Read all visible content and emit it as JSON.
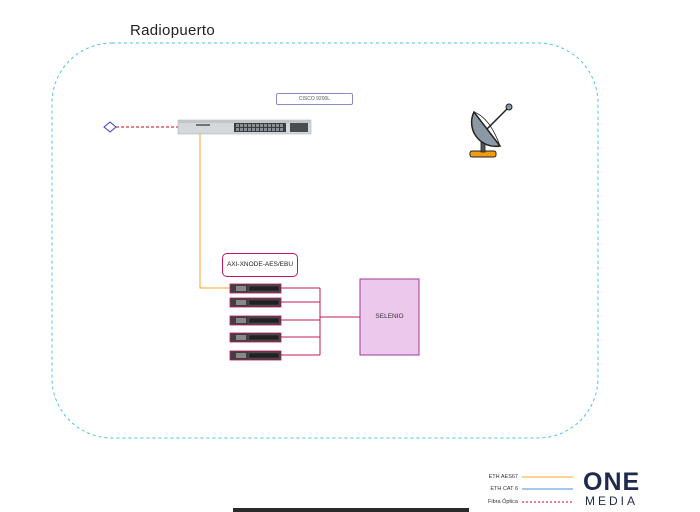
{
  "diagram": {
    "title": "Radiopuerto",
    "switch_label": "CISCO 9200L",
    "xnode_label": "AXI-XNODE-AES/EBU",
    "selenio_label": "SELENIO"
  },
  "legend": [
    {
      "label": "ETH AES67",
      "color": "#f5a623",
      "style": "solid"
    },
    {
      "label": "ETH CAT 6",
      "color": "#4a90d9",
      "style": "solid"
    },
    {
      "label": "Fibra Óptica",
      "color": "#d0021b",
      "style": "dashed"
    }
  ],
  "brand": {
    "line1": "ONE",
    "line2": "MEDIA"
  },
  "colors": {
    "boundary": "#4ec3e0",
    "aes67": "#f5a623",
    "fiber": "#d0021b",
    "xnode_link": "#c2185b",
    "selenio_fill": "#ecc8ec",
    "selenio_border": "#a03aa0"
  },
  "icons": {
    "antenna": "satellite-dish-icon",
    "switch": "network-switch-icon",
    "fiber_node": "diamond-node-icon"
  }
}
